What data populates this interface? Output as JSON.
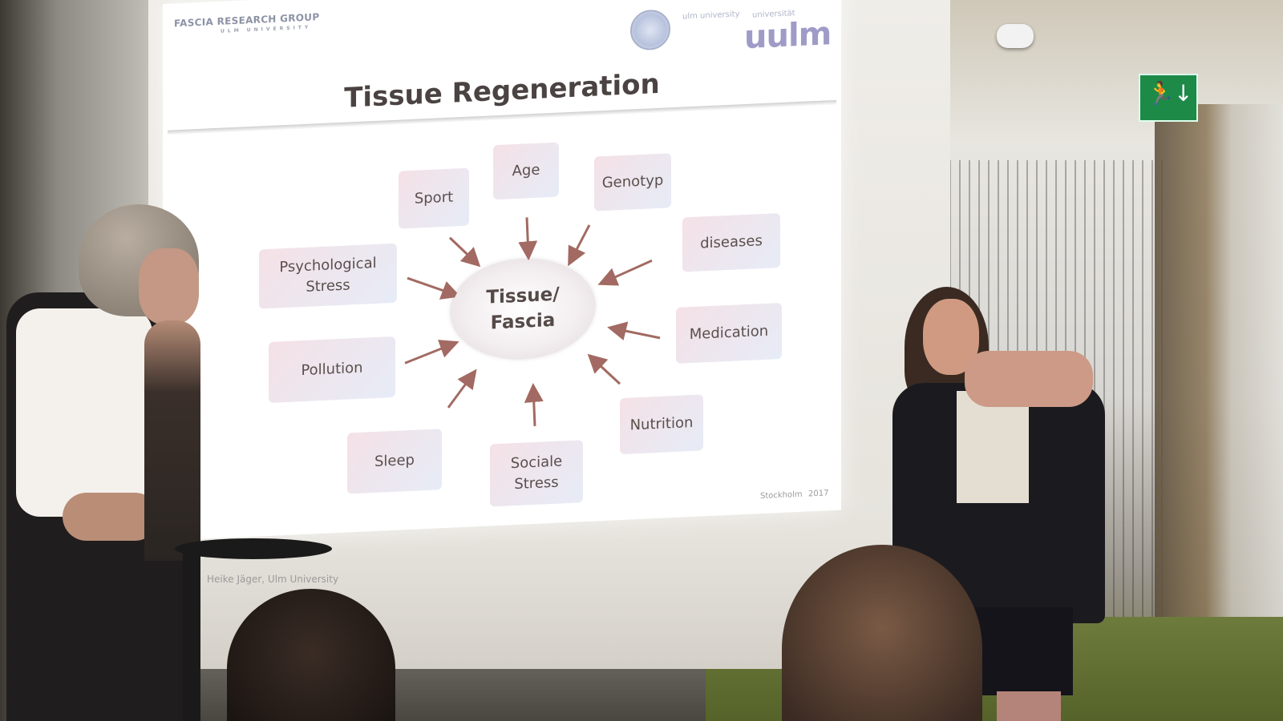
{
  "slide": {
    "logo": "FASCIA RESEARCH GROUP",
    "logo_sub": "ULM UNIVERSITY",
    "uni_small_1": "ulm university",
    "uni_small_2": "universität",
    "uni_logo": "uulm",
    "title": "Tissue Regeneration",
    "center_line1": "Tissue/",
    "center_line2": "Fascia",
    "factors": {
      "age": "Age",
      "sport": "Sport",
      "genotyp": "Genotyp",
      "psych_line1": "Psychological",
      "psych_line2": "Stress",
      "diseases": "diseases",
      "pollution": "Pollution",
      "medication": "Medication",
      "sleep": "Sleep",
      "sociale_line1": "Sociale",
      "sociale_line2": "Stress",
      "nutrition": "Nutrition"
    },
    "footer_location": "Stockholm",
    "footer_year": "2017",
    "footer_author": "Heike Jäger, Ulm University"
  },
  "colors": {
    "arrow": "#a26a62",
    "title": "#4a4341",
    "exit_sign": "#1d8a48"
  }
}
